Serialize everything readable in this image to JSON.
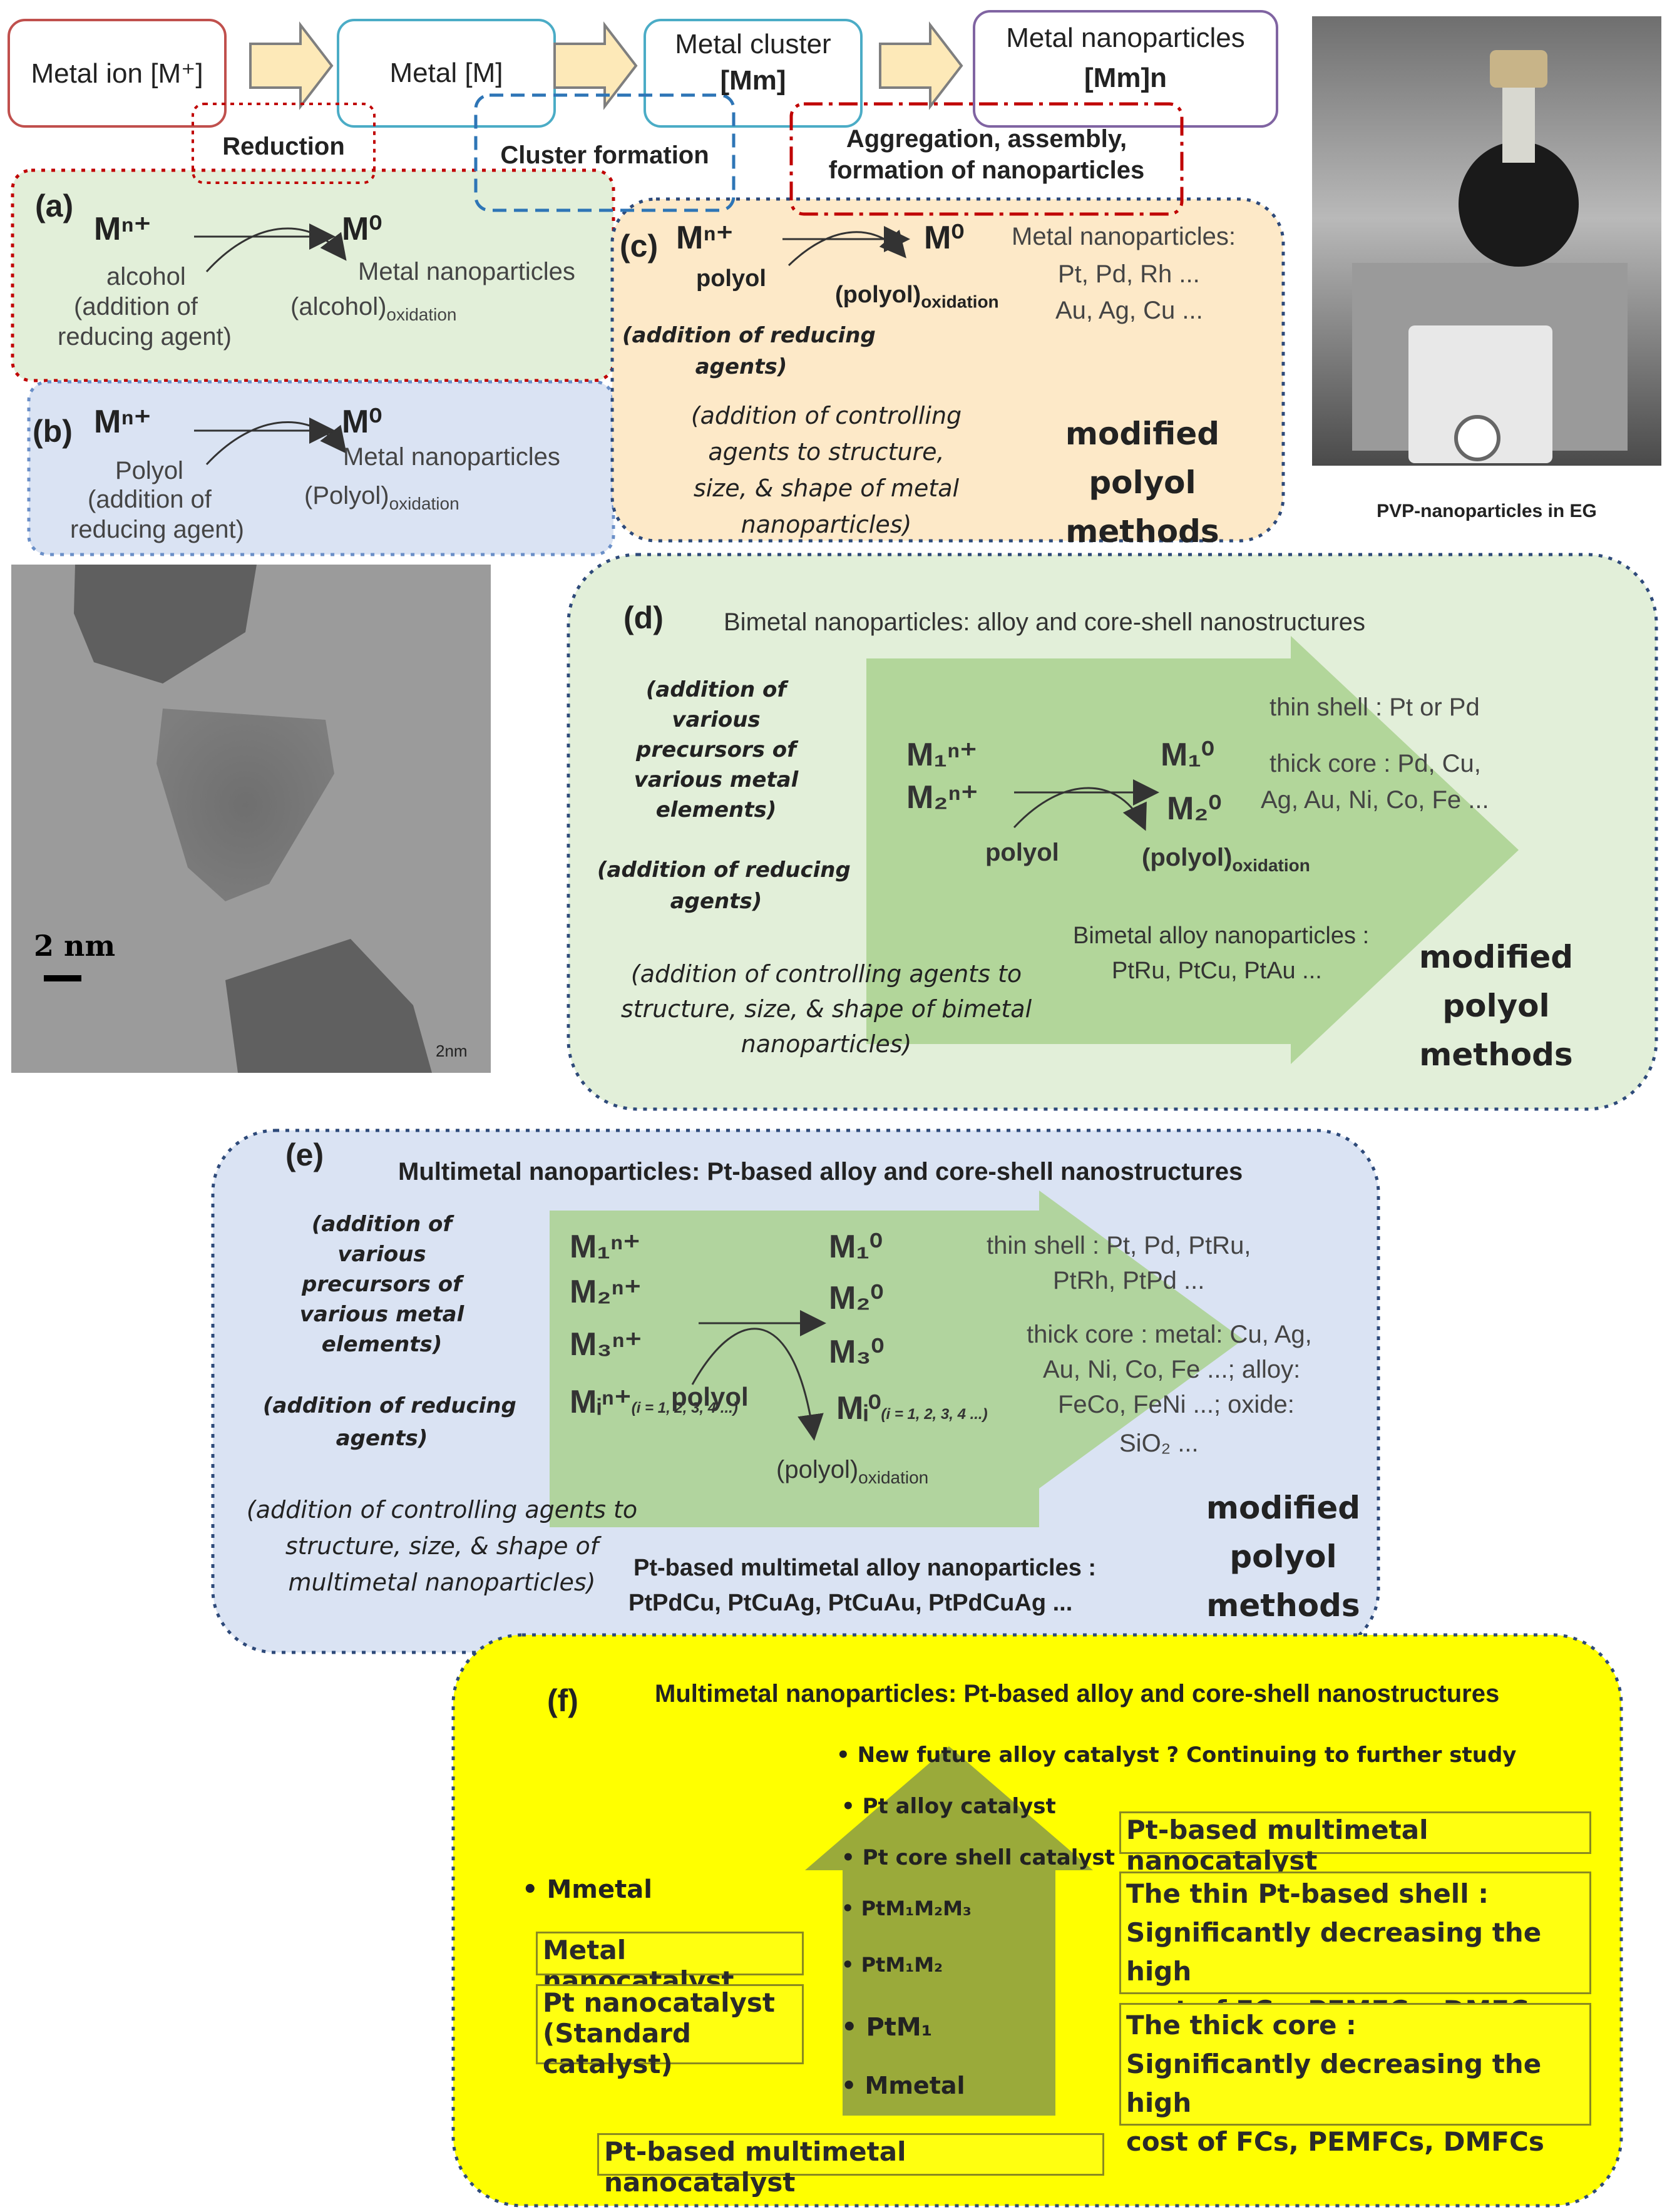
{
  "flow": {
    "step1": "Metal ion [M⁺]",
    "step2": "Metal [M]",
    "step3_line1": "Metal cluster",
    "step3_line2": "[Mm]",
    "step4_line1": "Metal nanoparticles",
    "step4_line2": "[Mm]n",
    "reduction": "Reduction",
    "cluster_formation": "Cluster formation",
    "aggregation_line1": "Aggregation, assembly,",
    "aggregation_line2": "formation of nanoparticles"
  },
  "panel_a": {
    "label": "(a)",
    "reactant": "Mⁿ⁺",
    "product": "M⁰",
    "agent": "alcohol",
    "agent_note_line1": "(addition of",
    "agent_note_line2": "reducing agent)",
    "product_desc": "Metal nanoparticles",
    "byproduct": "(alcohol)",
    "byproduct_sub": "oxidation"
  },
  "panel_b": {
    "label": "(b)",
    "reactant": "Mⁿ⁺",
    "product": "M⁰",
    "agent": "Polyol",
    "agent_note_line1": "(addition of",
    "agent_note_line2": "reducing agent)",
    "product_desc": "Metal nanoparticles",
    "byproduct": "(Polyol)",
    "byproduct_sub": "oxidation"
  },
  "panel_c": {
    "label": "(c)",
    "reactant": "Mⁿ⁺",
    "product": "M⁰",
    "agent": "polyol",
    "byproduct": "(polyol)",
    "byproduct_sub": "oxidation",
    "np_title": "Metal nanoparticles:",
    "np_line1": "Pt, Pd, Rh ...",
    "np_line2": "Au, Ag, Cu ...",
    "reducing_line1": "(addition of reducing",
    "reducing_line2": "agents)",
    "controlling_line1": "(addition of controlling",
    "controlling_line2": "agents to structure,",
    "controlling_line3": "size, & shape of metal",
    "controlling_line4": "nanoparticles)",
    "method_line1": "modified",
    "method_line2": "polyol",
    "method_line3": "methods"
  },
  "photo": {
    "caption": "PVP-nanoparticles in EG"
  },
  "tem": {
    "scale_label": "2 nm",
    "corner_label": "2nm"
  },
  "panel_d": {
    "label": "(d)",
    "title": "Bimetal nanoparticles: alloy and core-shell nanostructures",
    "precursors_line1": "(addition of",
    "precursors_line2": "various",
    "precursors_line3": "precursors of",
    "precursors_line4": "various metal",
    "precursors_line5": "elements)",
    "reducing_line1": "(addition of reducing",
    "reducing_line2": "agents)",
    "controlling_line1": "(addition of controlling agents to",
    "controlling_line2": "structure, size, & shape of bimetal",
    "controlling_line3": "nanoparticles)",
    "reactant1": "M₁ⁿ⁺",
    "reactant2": "M₂ⁿ⁺",
    "product1": "M₁⁰",
    "product2": "M₂⁰",
    "agent": "polyol",
    "byproduct": "(polyol)",
    "byproduct_sub": "oxidation",
    "shell": "thin shell : Pt or Pd",
    "core_line1": "thick core : Pd, Cu,",
    "core_line2": "Ag, Au, Ni, Co, Fe ...",
    "alloy_line1": "Bimetal alloy nanoparticles :",
    "alloy_line2": "PtRu, PtCu, PtAu ...",
    "method_line1": "modified",
    "method_line2": "polyol",
    "method_line3": "methods"
  },
  "panel_e": {
    "label": "(e)",
    "title": "Multimetal nanoparticles:  Pt-based alloy and core-shell nanostructures",
    "precursors_line1": "(addition of",
    "precursors_line2": "various",
    "precursors_line3": "precursors of",
    "precursors_line4": "various metal",
    "precursors_line5": "elements)",
    "reducing_line1": "(addition of reducing",
    "reducing_line2": "agents)",
    "controlling_line1": "(addition of controlling agents to",
    "controlling_line2": "structure, size, & shape of",
    "controlling_line3": "multimetal nanoparticles)",
    "reactant1": "M₁ⁿ⁺",
    "reactant2": "M₂ⁿ⁺",
    "reactant3": "M₃ⁿ⁺",
    "reactant_i": "Mᵢⁿ⁺",
    "reactant_i_sub": "(i = 1, 2, 3, 4 ...)",
    "product1": "M₁⁰",
    "product2": "M₂⁰",
    "product3": "M₃⁰",
    "product_i": "Mᵢ⁰",
    "product_i_sub": "(i = 1, 2, 3, 4 ...)",
    "agent": "polyol",
    "byproduct": "(polyol)",
    "byproduct_sub": "oxidation",
    "shell_line1": "thin shell : Pt, Pd, PtRu,",
    "shell_line2": "PtRh, PtPd ...",
    "core_line1": "thick core : metal: Cu, Ag,",
    "core_line2": "Au, Ni, Co, Fe ...; alloy:",
    "core_line3": "FeCo, FeNi ...; oxide:",
    "core_line4": "SiO₂ ...",
    "alloy_line1": "Pt-based multimetal alloy nanoparticles :",
    "alloy_line2": "PtPdCu, PtCuAg, PtCuAu, PtPdCuAg ...",
    "method_line1": "modified",
    "method_line2": "polyol",
    "method_line3": "methods"
  },
  "panel_f": {
    "label": "(f)",
    "title": "Multimetal nanoparticles:  Pt-based alloy and core-shell nanostructures",
    "stack": [
      "• New future alloy catalyst ?  Continuing to further study",
      "• Pt alloy catalyst",
      "• Pt core shell catalyst",
      "• PtM₁M₂M₃",
      "• PtM₁M₂",
      "• PtM₁",
      "• Mmetal"
    ],
    "left_bullet": "• Mmetal",
    "metal_box": "Metal nanocatalyst",
    "pt_box_line1": "Pt nanocatalyst",
    "pt_box_line2": "(Standard catalyst)",
    "bottom_box": "Pt-based multimetal nanocatalyst",
    "right_box1": "Pt-based multimetal nanocatalyst",
    "shell_box_line1": "The thin Pt-based shell :",
    "shell_box_line2": "Significantly decreasing the high",
    "shell_box_line3": "cost of FCs, PEMFCs, DMFCs",
    "core_box_line1": "The thick core :",
    "core_box_line2": "Significantly decreasing the high",
    "core_box_line3": "cost of FCs, PEMFCs, DMFCs"
  },
  "colors": {
    "green_panel": "#e2efd9",
    "blue_panel": "#dae3f3",
    "orange_panel": "#fde9c8",
    "yellow_panel": "#ffff10",
    "green_arrow": "#a9d18e",
    "red_dotted": "#c00000",
    "teal": "#4bacc6",
    "purple": "#8064a2"
  }
}
